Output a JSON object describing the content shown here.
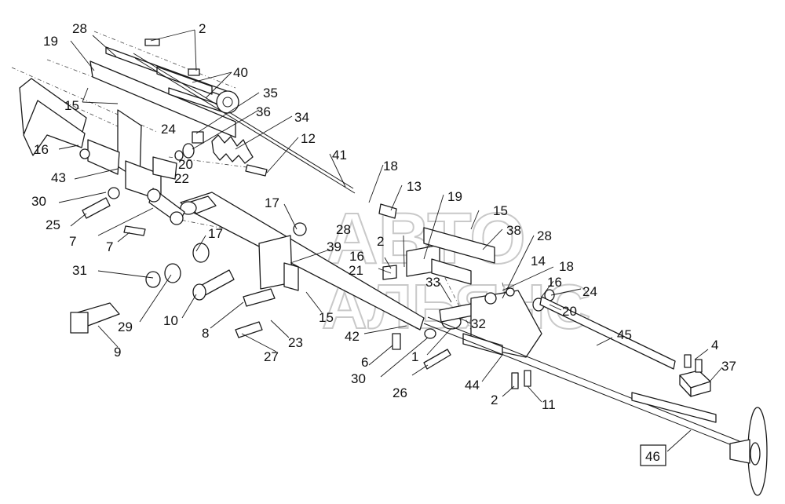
{
  "watermark": {
    "line1": "АВТО",
    "line2": "АЛЬЯНС"
  },
  "callouts": {
    "c1": "1",
    "c2a": "2",
    "c2b": "2",
    "c2c": "2",
    "c4": "4",
    "c6": "6",
    "c7a": "7",
    "c7b": "7",
    "c8": "8",
    "c9": "9",
    "c10": "10",
    "c11": "11",
    "c12": "12",
    "c13": "13",
    "c14": "14",
    "c15a": "15",
    "c15b": "15",
    "c15c": "15",
    "c16a": "16",
    "c16b": "16",
    "c16c": "16",
    "c17a": "17",
    "c17b": "17",
    "c18a": "18",
    "c18b": "18",
    "c19a": "19",
    "c19b": "19",
    "c20a": "20",
    "c20b": "20",
    "c21": "21",
    "c22": "22",
    "c23": "23",
    "c24a": "24",
    "c24b": "24",
    "c25": "25",
    "c26": "26",
    "c27": "27",
    "c28a": "28",
    "c28b": "28",
    "c28c": "28",
    "c29": "29",
    "c30a": "30",
    "c30b": "30",
    "c31": "31",
    "c32": "32",
    "c33": "33",
    "c34": "34",
    "c35": "35",
    "c36": "36",
    "c37": "37",
    "c38": "38",
    "c39": "39",
    "c40": "40",
    "c41": "41",
    "c42": "42",
    "c43": "43",
    "c44": "44",
    "c45": "45",
    "c46": "46"
  }
}
